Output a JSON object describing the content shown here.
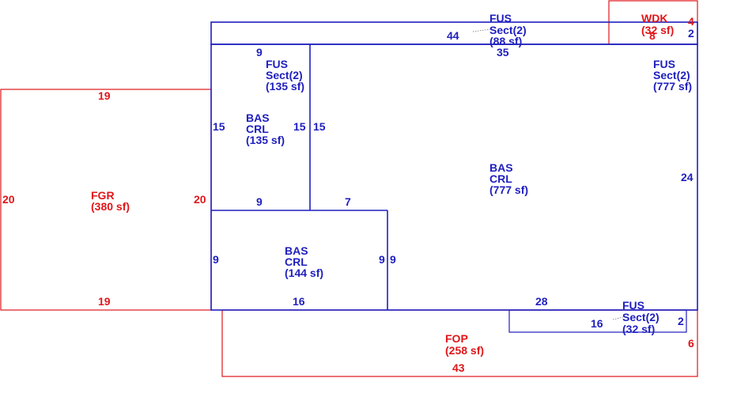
{
  "colors": {
    "living_area": "#1f1fbf",
    "other_area": "#e0161a",
    "background": "#ffffff"
  },
  "areas": {
    "fus_top": {
      "code": "FUS",
      "desc": "Sect(2)",
      "size": "(88 sf)"
    },
    "wdk": {
      "code": "WDK",
      "size": "(32 sf)"
    },
    "fus_135": {
      "code": "FUS",
      "desc": "Sect(2)",
      "size": "(135 sf)"
    },
    "fus_777": {
      "code": "FUS",
      "desc": "Sect(2)",
      "size": "(777 sf)"
    },
    "bas_135": {
      "code": "BAS",
      "desc": "CRL",
      "size": "(135 sf)"
    },
    "bas_777": {
      "code": "BAS",
      "desc": "CRL",
      "size": "(777 sf)"
    },
    "bas_144": {
      "code": "BAS",
      "desc": "CRL",
      "size": "(144 sf)"
    },
    "fgr": {
      "code": "FGR",
      "size": "(380 sf)"
    },
    "fop": {
      "code": "FOP",
      "size": "(258 sf)"
    },
    "fus_bottom": {
      "code": "FUS",
      "desc": "Sect(2)",
      "size": "(32 sf)"
    }
  },
  "dimensions": {
    "fus_top_width": "44",
    "fus_top_height": "2",
    "wdk_height": "4",
    "wdk_width": "8",
    "top_35": "35",
    "left_9_top": "9",
    "right_24": "24",
    "left_15": "15",
    "mid_15_left": "15",
    "mid_15_right": "15",
    "mid_9": "9",
    "mid_7": "7",
    "left_9_lower": "9",
    "right_9_a": "9",
    "right_9_b": "9",
    "bottom_16": "16",
    "bottom_28": "28",
    "fus_bottom_16": "16",
    "fus_bottom_2": "2",
    "fop_6": "6",
    "fop_43": "43",
    "fgr_top_19": "19",
    "fgr_bottom_19": "19",
    "fgr_left_20": "20",
    "fgr_right_20": "20"
  }
}
